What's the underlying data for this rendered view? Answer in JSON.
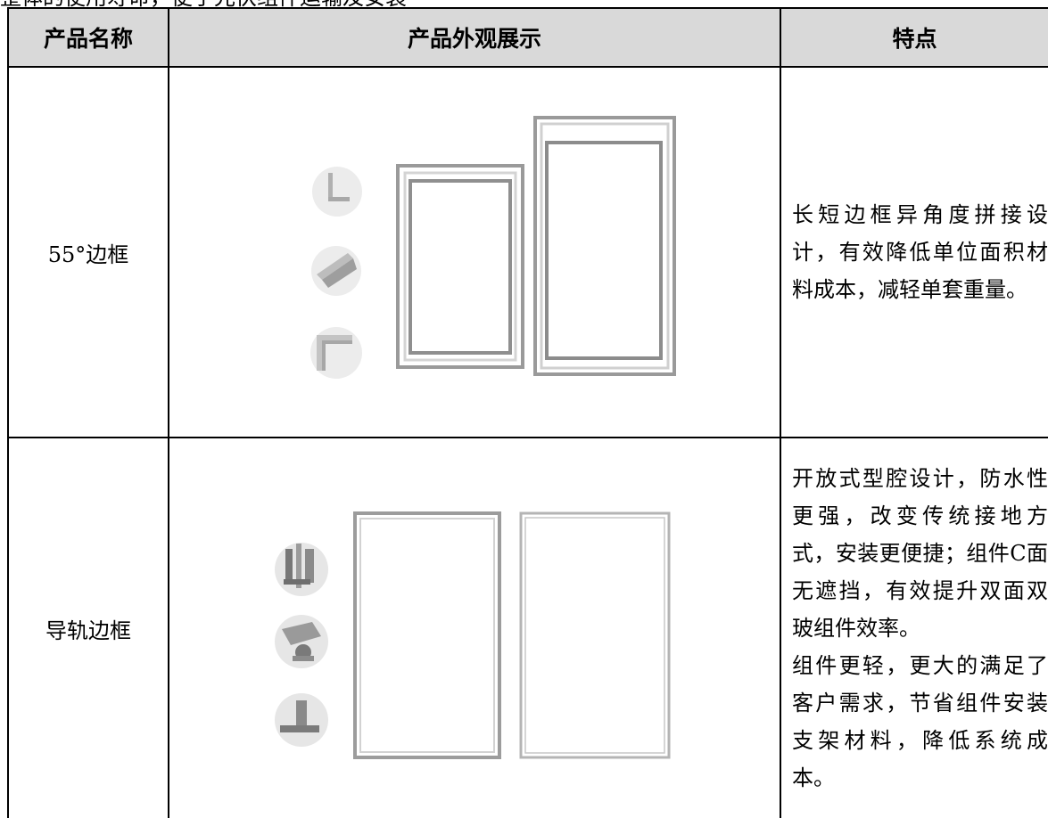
{
  "top_fragment": "整体的使用寿命，便于光伏组件运输及安装",
  "table": {
    "headers": {
      "name": "产品名称",
      "view": "产品外观展示",
      "features": "特点"
    },
    "rows": [
      {
        "name": "55°边框",
        "features": "长短边框异角度拼接设计，有效降低单位面积材料成本，减轻单套重量。",
        "image_desc": "three-round-profile-thumbnails-and-two-aluminum-frames"
      },
      {
        "name": "导轨边框",
        "features": "开放式型腔设计，防水性更强，改变传统接地方式，安装更便捷；组件C面无遮挡，有效提升双面双玻组件效率。\n组件更轻，更大的满足了客户需求，节省组件安装支架材料，降低系统成本。",
        "image_desc": "three-round-profile-thumbnails-and-two-rail-frames"
      }
    ]
  },
  "colors": {
    "header_bg": "#d9d9d9",
    "frame_silver": "#9a9a9a",
    "frame_light": "#c8c8c8",
    "border": "#000000"
  }
}
